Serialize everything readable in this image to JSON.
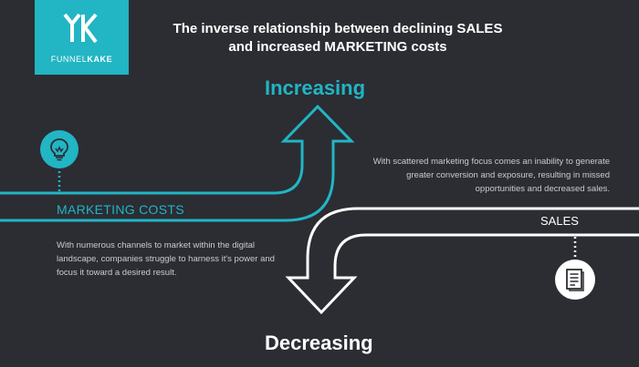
{
  "logo": {
    "name_light": "FUNNEL",
    "name_bold": "KAKE"
  },
  "title": {
    "line1": "The inverse relationship between declining SALES",
    "line2": "and increased MARKETING costs"
  },
  "labels": {
    "increasing": "Increasing",
    "decreasing": "Decreasing",
    "marketing_costs": "MARKETING COSTS",
    "sales": "SALES"
  },
  "descriptions": {
    "right": "With scattered marketing focus comes an inability to generate greater conversion and exposure, resulting in missed opportunities and decreased sales.",
    "left": "With numerous channels to market within the digital landscape, companies struggle to harness it's power and focus it toward a desired result."
  },
  "icons": {
    "marketing": "lightbulb-icon",
    "sales": "document-icon"
  },
  "colors": {
    "background": "#2b2d33",
    "accent": "#22b5c4",
    "text": "#ffffff",
    "muted_text": "#c9cbcf"
  }
}
